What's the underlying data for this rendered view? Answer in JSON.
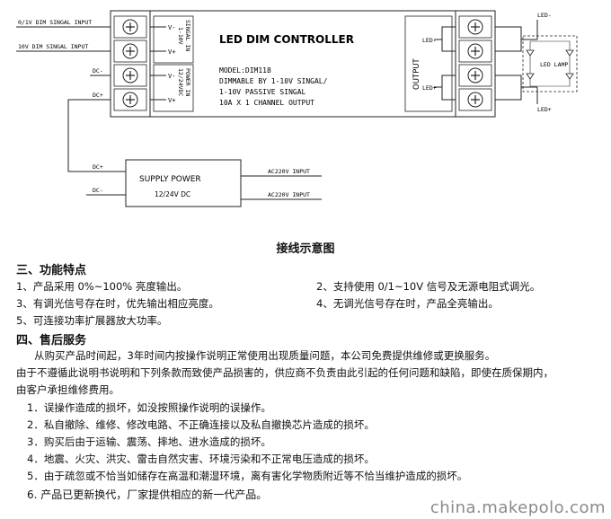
{
  "diagram": {
    "inputs": {
      "dim_110v": "0/1V DIM SINGAL INPUT",
      "dim_10v": "10V DIM SINGAL INPUT",
      "dc_minus": "DC-",
      "dc_plus": "DC+"
    },
    "controller": {
      "title": "LED DIM CONTROLLER",
      "model": "MODEL:DIM118",
      "line1": "DIMMABLE BY 1-10V SINGAL/",
      "line2": "1-10V PASSIVE SINGAL",
      "line3": "10A X 1 CHANNEL OUTPUT",
      "signal_label_a": "SINGAL IN",
      "signal_label_b": "1-10V",
      "power_label_a": "POWER IN",
      "power_label_b": "12/24VDC",
      "v_minus": "V-",
      "v_plus": "V+",
      "output": "OUTPUT",
      "led_minus": "LED-",
      "led_plus": "LED+"
    },
    "lamp": {
      "label": "LED LAMP",
      "led_minus": "LED-",
      "led_plus": "LED+"
    },
    "supply": {
      "title": "SUPPLY POWER",
      "spec": "12/24V DC",
      "dc_plus": "DC+",
      "dc_minus": "DC-",
      "ac1": "AC220V INPUT",
      "ac2": "AC220V INPUT"
    }
  },
  "caption": "接线示意图",
  "section3": {
    "title": "三、功能特点",
    "f1": "1、产品采用 0%~100% 亮度输出。",
    "f2": "2、支持使用 0/1~10V 信号及无源电阻式调光。",
    "f3": "3、有调光信号存在时，优先输出相应亮度。",
    "f4": "4、无调光信号存在时，产品全亮输出。",
    "f5": "5、可连接功率扩展器放大功率。"
  },
  "section4": {
    "title": "四、售后服务",
    "p1": "从购买产品时间起，3年时间内按操作说明正常使用出现质量问题，本公司免费提供维修或更换服务。",
    "p2": "由于不遵循此说明书说明和下列条款而致使产品损害的，供应商不负责由此引起的任何问题和缺陷，即使在质保期内，",
    "p3": "由客户承担维修费用。",
    "i1": "1．误操作造成的损坏，如没按照操作说明的误操作。",
    "i2": "2．私自撤除、维修、修改电路、不正确连接以及私自撤换芯片造成的损坏。",
    "i3": "3．购买后由于运输、震荡、摔地、进水造成的损坏。",
    "i4": "4．地震、火灾、洪灾、雷击自然灾害、环境污染和不正常电压造成的损坏。",
    "i5": "5．由于疏忽或不恰当如储存在高温和潮湿环境，离有害化学物质附近等不恰当维护造成的损坏。",
    "i6": "6. 产品已更新换代，厂家提供相应的新一代产品。"
  },
  "watermark": "china.makepolo.com"
}
